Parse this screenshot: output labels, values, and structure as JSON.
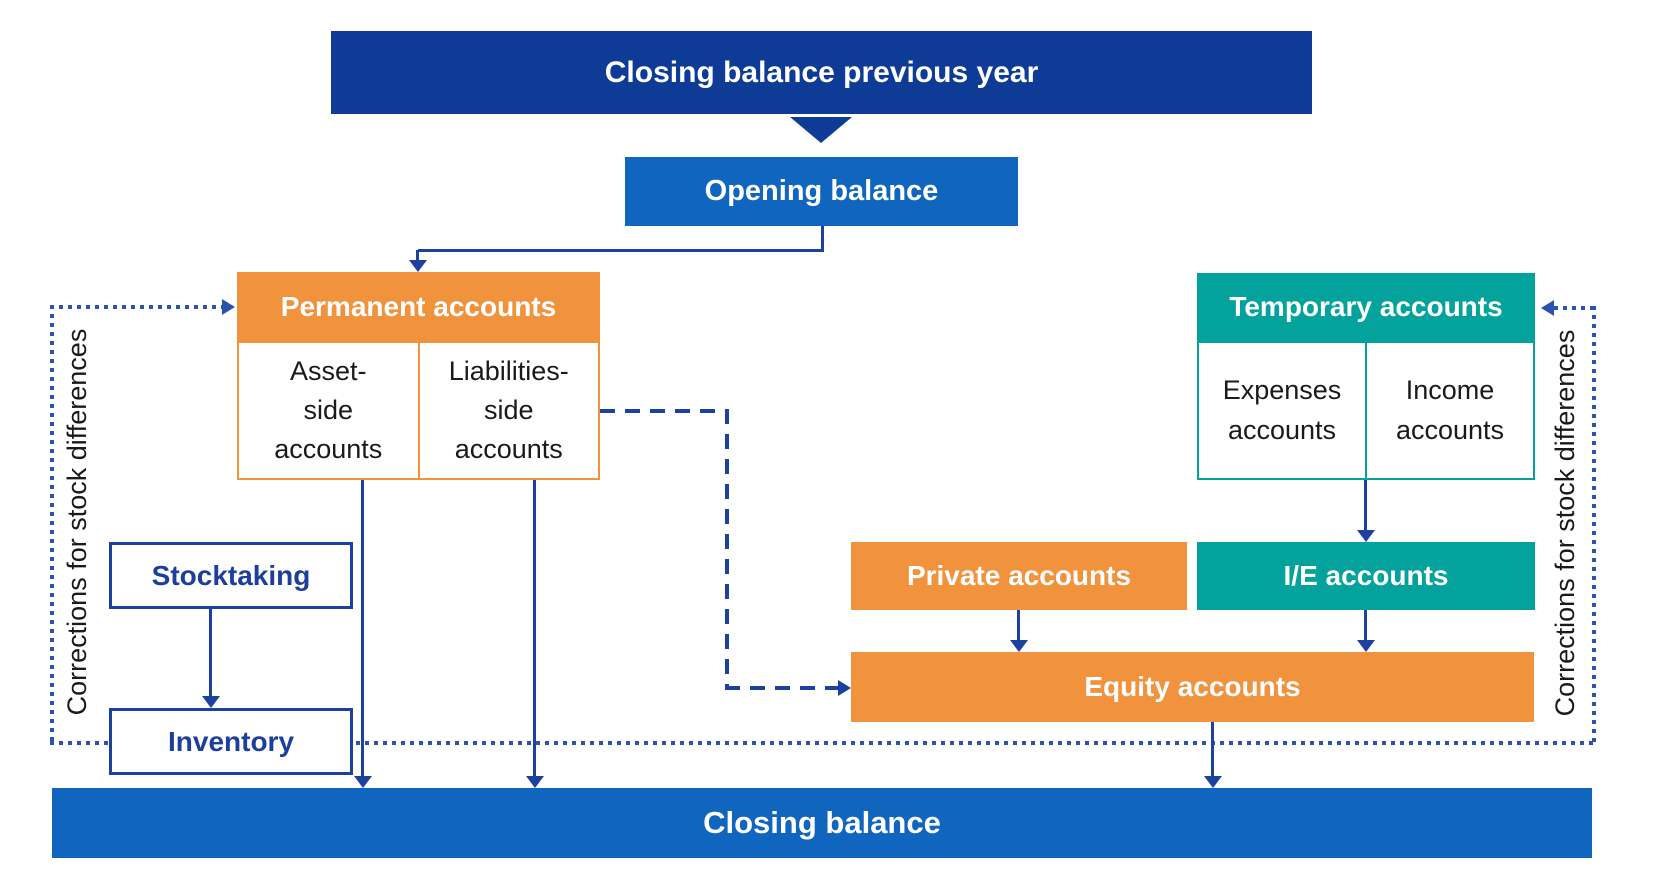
{
  "colors": {
    "navy": "#0d3b96",
    "blue": "#1065bf",
    "orange": "#f1923d",
    "teal": "#04a29d",
    "connector_blue": "#1c419e",
    "dotted_blue": "#2a52ae",
    "cell_text": "#1a1a1a",
    "outline_box_text": "#1c3f9e"
  },
  "nodes": {
    "closing_previous_year": {
      "label": "Closing balance previous year"
    },
    "opening_balance": {
      "label": "Opening balance"
    },
    "permanent_accounts": {
      "label": "Permanent accounts"
    },
    "asset_side_accounts": {
      "label": "Asset-\nside\naccounts"
    },
    "liabilities_side_accounts": {
      "label": "Liabilities-\nside\naccounts"
    },
    "temporary_accounts": {
      "label": "Temporary accounts"
    },
    "expenses_accounts": {
      "label": "Expenses\naccounts"
    },
    "income_accounts": {
      "label": "Income\naccounts"
    },
    "stocktaking": {
      "label": "Stocktaking"
    },
    "inventory": {
      "label": "Inventory"
    },
    "private_accounts": {
      "label": "Private accounts"
    },
    "ie_accounts": {
      "label": "I/E accounts"
    },
    "equity_accounts": {
      "label": "Equity accounts"
    },
    "closing_balance": {
      "label": "Closing balance"
    }
  },
  "annotations": {
    "corrections_left": {
      "label": "Corrections for stock differences"
    },
    "corrections_right": {
      "label": "Corrections for stock differences"
    }
  }
}
